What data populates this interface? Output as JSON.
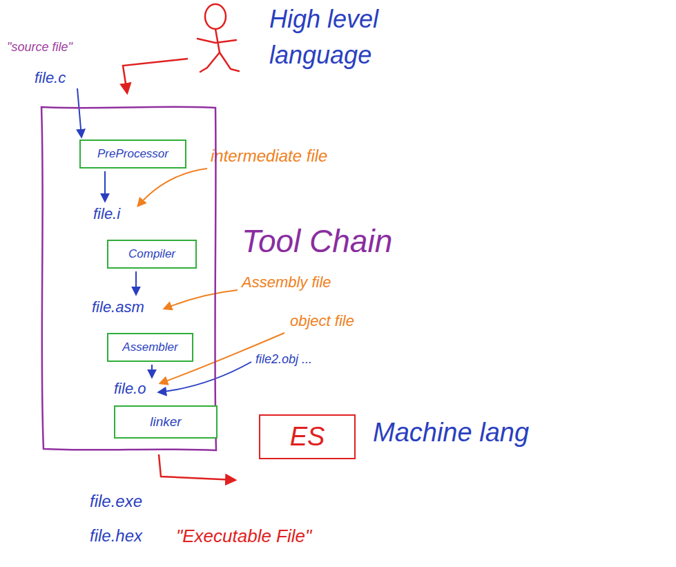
{
  "diagram": {
    "nodes": [
      {
        "text": [
          "Tool Chain"
        ]
      },
      {
        "text": [
          "PreProcessor"
        ],
        "in": 0
      },
      {
        "text": [
          "Compiler"
        ],
        "in": 0
      },
      {
        "text": [
          "Assembler"
        ],
        "in": 0
      },
      {
        "text": [
          "linker"
        ],
        "in": 0
      },
      {
        "text": [
          "ES"
        ]
      }
    ],
    "labels": [
      "High level language",
      "\"source file\"",
      "file.c",
      "intermediate file",
      "file.i",
      "Assembly file",
      "file.asm",
      "object file",
      "file2.obj ...",
      "file.o",
      "Machine lang",
      "file.exe",
      "file.hex",
      "\"Executable File\""
    ]
  }
}
